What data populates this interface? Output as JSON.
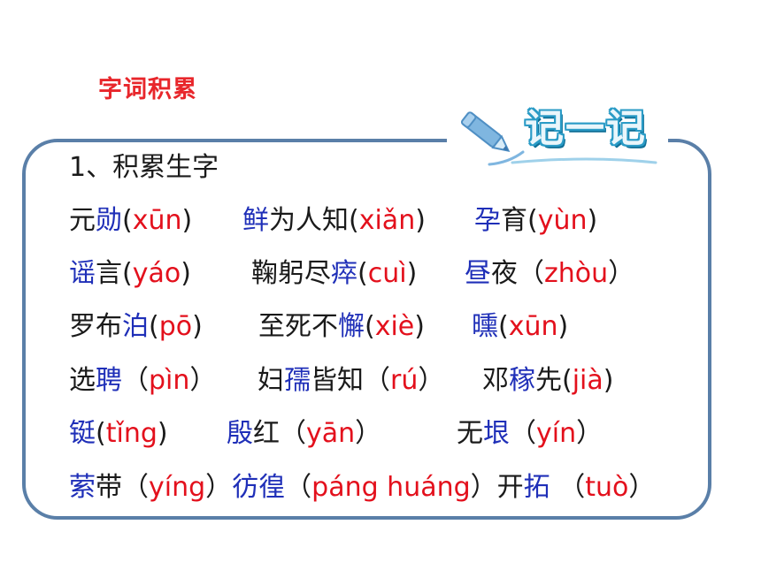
{
  "section_title": "字词积累",
  "banner": {
    "text": "记一记",
    "icon": "pencil-icon",
    "colors": {
      "fill": "#eaf6fb",
      "outline": "#2a9bc6",
      "pencil": "#7fb6e0"
    }
  },
  "card": {
    "border_color": "#5a7fa8",
    "heading": "1、积累生字",
    "colors": {
      "target_char": "#1f2fb8",
      "pinyin": "#e3101c",
      "text": "#1a1a1a"
    }
  },
  "rows": [
    [
      [
        [
          "元",
          "k"
        ],
        [
          "勋",
          "b"
        ],
        [
          "(",
          "k"
        ],
        [
          "xūn",
          "r"
        ],
        [
          ")",
          "k"
        ]
      ],
      [
        [
          "鲜",
          "b"
        ],
        [
          "为人知(",
          "k"
        ],
        [
          "xiǎn",
          "r"
        ],
        [
          ")",
          "k"
        ]
      ],
      [
        [
          "孕",
          "b"
        ],
        [
          "育(",
          "k"
        ],
        [
          "yùn",
          "r"
        ],
        [
          ")",
          "k"
        ]
      ]
    ],
    [
      [
        [
          "谣",
          "b"
        ],
        [
          "言(",
          "k"
        ],
        [
          "yáo",
          "r"
        ],
        [
          ")",
          "k"
        ]
      ],
      [
        [
          "鞠躬尽",
          "k"
        ],
        [
          "瘁",
          "b"
        ],
        [
          "(",
          "k"
        ],
        [
          "cuì",
          "r"
        ],
        [
          ")",
          "k"
        ]
      ],
      [
        [
          "昼",
          "b"
        ],
        [
          "夜（",
          "k"
        ],
        [
          "zhòu",
          "r"
        ],
        [
          "）",
          "k"
        ]
      ]
    ],
    [
      [
        [
          "罗布",
          "k"
        ],
        [
          "泊",
          "b"
        ],
        [
          "(",
          "k"
        ],
        [
          "pō",
          "r"
        ],
        [
          ")",
          "k"
        ]
      ],
      [
        [
          "至死不",
          "k"
        ],
        [
          "懈",
          "b"
        ],
        [
          "(",
          "k"
        ],
        [
          "xiè",
          "r"
        ],
        [
          ")",
          "k"
        ]
      ],
      [
        [
          "曛",
          "b"
        ],
        [
          "(",
          "k"
        ],
        [
          "xūn",
          "r"
        ],
        [
          ")",
          "k"
        ]
      ]
    ],
    [
      [
        [
          "选",
          "k"
        ],
        [
          "聘",
          "b"
        ],
        [
          "（",
          "k"
        ],
        [
          "pìn",
          "r"
        ],
        [
          "）",
          "k"
        ]
      ],
      [
        [
          "妇",
          "k"
        ],
        [
          "孺",
          "b"
        ],
        [
          "皆知（",
          "k"
        ],
        [
          "rú",
          "r"
        ],
        [
          "）",
          "k"
        ]
      ],
      [
        [
          "邓",
          "k"
        ],
        [
          "稼",
          "b"
        ],
        [
          "先(",
          "k"
        ],
        [
          "jià",
          "r"
        ],
        [
          ")",
          "k"
        ]
      ]
    ],
    [
      [
        [
          "铤",
          "b"
        ],
        [
          "(",
          "k"
        ],
        [
          "tǐng",
          "r"
        ],
        [
          ")",
          "k"
        ]
      ],
      [
        [
          "殷",
          "b"
        ],
        [
          "红（",
          "k"
        ],
        [
          "yān",
          "r"
        ],
        [
          "）",
          "k"
        ]
      ],
      [
        [
          "无",
          "k"
        ],
        [
          "垠",
          "b"
        ],
        [
          "（",
          "k"
        ],
        [
          "yín",
          "r"
        ],
        [
          "）",
          "k"
        ]
      ]
    ],
    [
      [
        [
          "萦",
          "b"
        ],
        [
          "带（",
          "k"
        ],
        [
          "yíng",
          "r"
        ],
        [
          "）",
          "k"
        ],
        [
          "彷徨",
          "b"
        ],
        [
          "（",
          "k"
        ],
        [
          "páng huáng",
          "r"
        ],
        [
          "）",
          "k"
        ],
        [
          "开",
          "k"
        ],
        [
          "拓",
          "b"
        ],
        [
          " （",
          "k"
        ],
        [
          "tuò",
          "r"
        ],
        [
          "）",
          "k"
        ]
      ]
    ]
  ]
}
